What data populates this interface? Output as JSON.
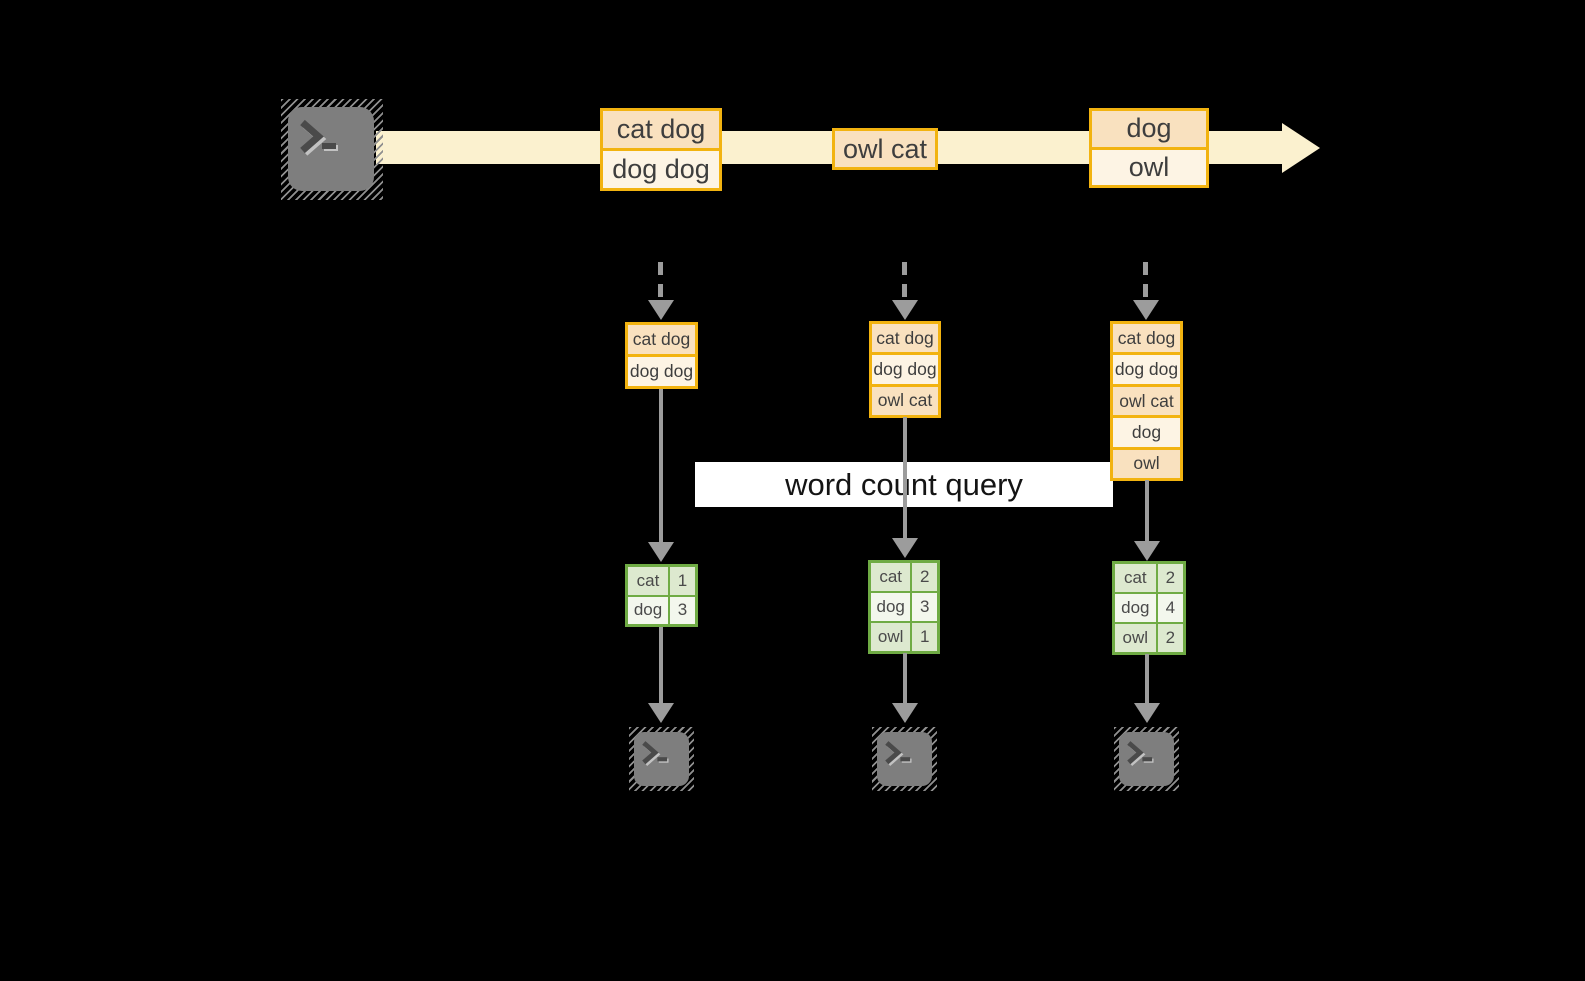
{
  "diagram": {
    "query_label": "word count query",
    "stream": {
      "batches": [
        {
          "lines": [
            "cat dog",
            "dog dog"
          ]
        },
        {
          "lines": [
            "owl cat"
          ]
        },
        {
          "lines": [
            "dog",
            "owl"
          ]
        }
      ]
    },
    "columns": [
      {
        "buffer": [
          "cat dog",
          "dog dog"
        ],
        "counts": [
          {
            "word": "cat",
            "count": "1"
          },
          {
            "word": "dog",
            "count": "3"
          }
        ]
      },
      {
        "buffer": [
          "cat dog",
          "dog dog",
          "owl cat"
        ],
        "counts": [
          {
            "word": "cat",
            "count": "2"
          },
          {
            "word": "dog",
            "count": "3"
          },
          {
            "word": "owl",
            "count": "1"
          }
        ]
      },
      {
        "buffer": [
          "cat dog",
          "dog dog",
          "owl cat",
          "dog",
          "owl"
        ],
        "counts": [
          {
            "word": "cat",
            "count": "2"
          },
          {
            "word": "dog",
            "count": "4"
          },
          {
            "word": "owl",
            "count": "2"
          }
        ]
      }
    ],
    "icons": {
      "source": "terminal-icon",
      "sinks": [
        "terminal-icon",
        "terminal-icon",
        "terminal-icon"
      ]
    },
    "colors": {
      "background": "#000000",
      "stream_band": "#fbf1cf",
      "batch_border": "#f2b310",
      "batch_fill_dark": "#f9e1bf",
      "batch_fill_light": "#fdf4e4",
      "table_border": "#6fab44",
      "table_fill_dark": "#dde9cf",
      "table_fill_light": "#f3f7ed",
      "arrow_gray": "#9c9c9c",
      "terminal_gray": "#7e7e7e",
      "label_bg": "#ffffff",
      "text_dark": "#3e3e3e"
    }
  }
}
